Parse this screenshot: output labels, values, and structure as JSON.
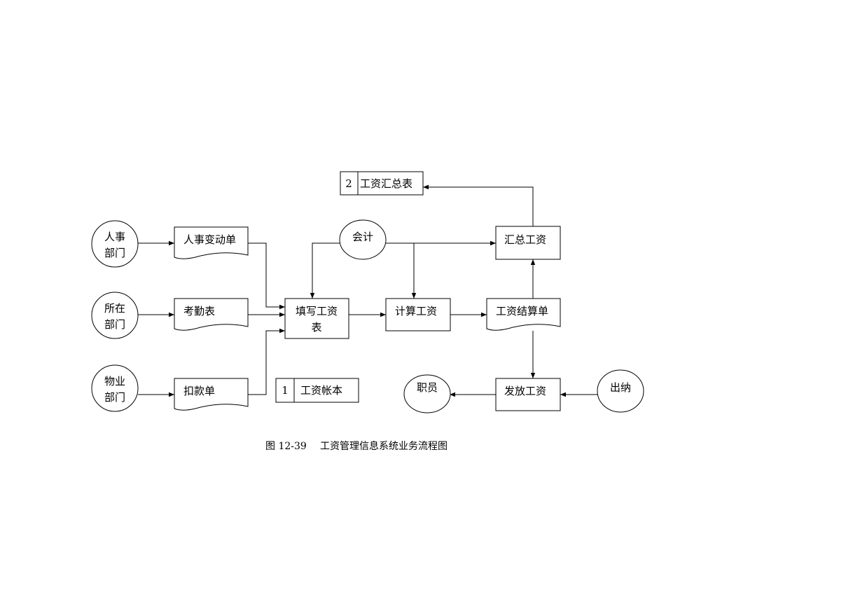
{
  "diagram": {
    "external_entities": {
      "personnel_dept": [
        "人事",
        "部门"
      ],
      "local_dept": [
        "所在",
        "部门"
      ],
      "property_dept": [
        "物业",
        "部门"
      ],
      "accountant": "会计",
      "employee": "职员",
      "cashier": "出纳"
    },
    "documents": {
      "personnel_change_form": "人事变动单",
      "attendance_sheet": "考勤表",
      "deduction_form": "扣款单",
      "payroll_settlement": "工资结算单"
    },
    "processes": {
      "fill_payroll": [
        "填写工资",
        "表"
      ],
      "calculate_salary": "计算工资",
      "summarize_salary": "汇总工资",
      "pay_salary": "发放工资"
    },
    "data_stores": {
      "payroll_ledger": {
        "id": "1",
        "label": "工资帐本"
      },
      "payroll_summary": {
        "id": "2",
        "label": "工资汇总表"
      }
    },
    "caption": {
      "figure_number": "图 12-39",
      "title": "工资管理信息系统业务流程图"
    }
  }
}
